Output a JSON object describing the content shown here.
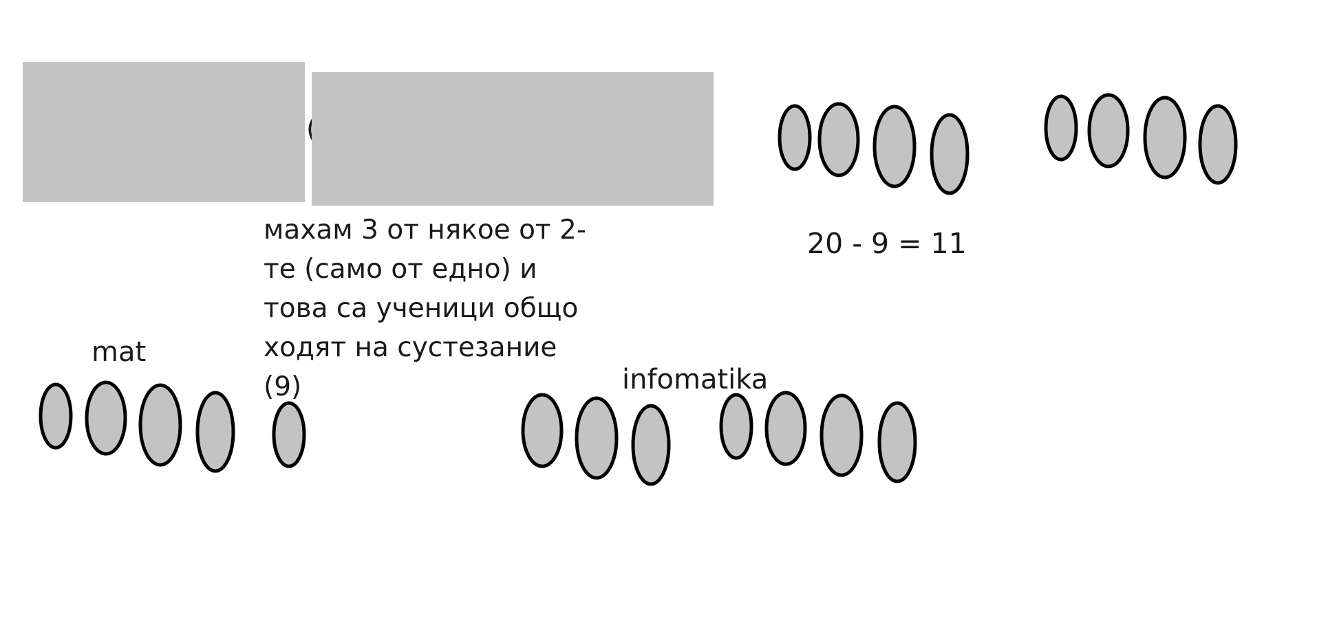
{
  "explanation_lines": [
    "махам 3 от някое от 2-",
    "те (само от едно) и",
    "това са ученици общо",
    "ходят на сустезание",
    "(9)"
  ],
  "equation": "20 - 9 = 11",
  "labels": {
    "mat": "mat",
    "infomatika": "infomatika"
  },
  "partial_glyph": "(",
  "colors": {
    "oval_fill": "#c3c3c3",
    "oval_stroke": "#000000",
    "redaction": "#c3c3c3",
    "text": "#1a1a1a"
  },
  "oval_groups": [
    {
      "name": "top-middle-group",
      "count": 4
    },
    {
      "name": "top-right-group",
      "count": 4
    },
    {
      "name": "mat-group",
      "count": 4
    },
    {
      "name": "mat-extra",
      "count": 1
    },
    {
      "name": "infomatika-left-group",
      "count": 3
    },
    {
      "name": "infomatika-right-group",
      "count": 4
    }
  ]
}
